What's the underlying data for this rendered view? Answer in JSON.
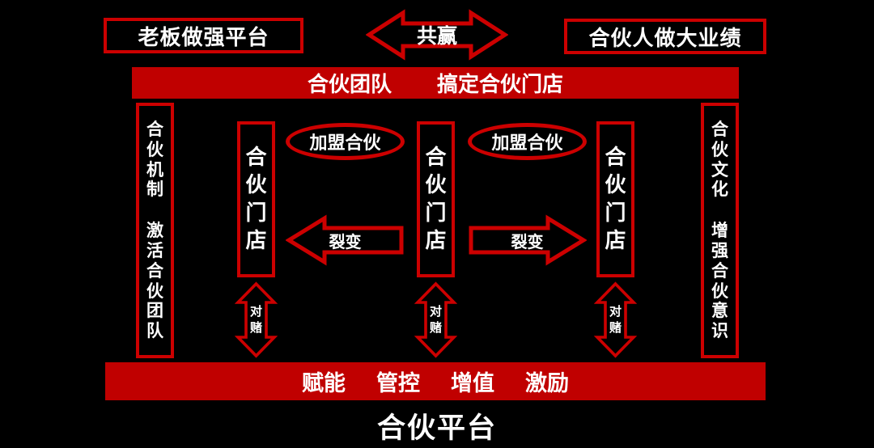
{
  "colors": {
    "background": "#000000",
    "bar_red": "#c00000",
    "border_red": "#cc0000",
    "text": "#ffffff"
  },
  "header": {
    "left_box_label": "老板做强平台",
    "win_arrow_label": "共赢",
    "right_box_label": "合伙人做大业绩"
  },
  "team_bar": {
    "left_label": "合伙团队",
    "right_label": "搞定合伙门店"
  },
  "left_column": {
    "top_text": "合伙机制",
    "bottom_text": "激活合伙团队"
  },
  "right_column": {
    "top_text": "合伙文化",
    "bottom_text": "增强合伙意识"
  },
  "stores": [
    "合伙门店",
    "合伙门店",
    "合伙门店"
  ],
  "join_ellipses": [
    "加盟合伙",
    "加盟合伙"
  ],
  "split_arrows": [
    "裂变",
    "裂变"
  ],
  "bet_arrows": [
    "对赌",
    "对赌",
    "对赌"
  ],
  "bottom_bar": {
    "items": [
      "赋能",
      "管控",
      "增值",
      "激励"
    ]
  },
  "footer_title": "合伙平台"
}
